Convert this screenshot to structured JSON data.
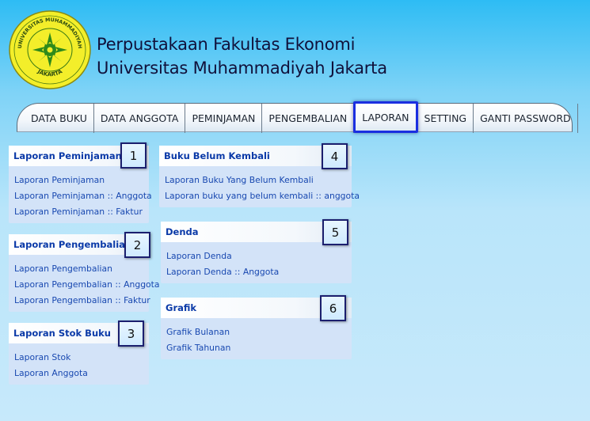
{
  "header": {
    "title_line1": "Perpustakaan Fakultas Ekonomi",
    "title_line2": "Universitas Muhammadiyah Jakarta",
    "logo_top_text": "UNIVERSITAS MUHAMMADIYAH",
    "logo_bottom_text": "JAKARTA"
  },
  "nav": {
    "items": [
      {
        "label": "DATA BUKU"
      },
      {
        "label": "DATA ANGGOTA"
      },
      {
        "label": "PEMINJAMAN"
      },
      {
        "label": "PENGEMBALIAN"
      },
      {
        "label": "LAPORAN"
      },
      {
        "label": "SETTING"
      },
      {
        "label": "GANTI PASSWORD"
      }
    ],
    "active_index": 4
  },
  "panels": {
    "peminjaman": {
      "title": "Laporan Peminjaman",
      "badge": "1",
      "links": [
        "Laporan Peminjaman",
        "Laporan Peminjaman :: Anggota",
        "Laporan Peminjaman :: Faktur"
      ]
    },
    "pengembalian": {
      "title": "Laporan Pengembalian",
      "badge": "2",
      "links": [
        "Laporan Pengembalian",
        "Laporan Pengembalian :: Anggota",
        "Laporan Pengembalian :: Faktur"
      ]
    },
    "stok": {
      "title": "Laporan Stok Buku",
      "badge": "3",
      "links": [
        "Laporan Stok",
        "Laporan Anggota"
      ]
    },
    "belum_kembali": {
      "title": "Buku Belum Kembali",
      "badge": "4",
      "links": [
        "Laporan Buku Yang Belum Kembali",
        "Laporan buku yang belum kembali :: anggota"
      ]
    },
    "denda": {
      "title": "Denda",
      "badge": "5",
      "links": [
        "Laporan Denda",
        "Laporan Denda :: Anggota"
      ]
    },
    "grafik": {
      "title": "Grafik",
      "badge": "6",
      "links": [
        "Grafik Bulanan",
        "Grafik Tahunan"
      ]
    }
  },
  "colors": {
    "link": "#1848b0",
    "panel_title": "#0b3aa8",
    "panel_bg": "#d3e3f8",
    "active_border": "#1a2ee0",
    "logo_yellow": "#f3ee2a"
  }
}
